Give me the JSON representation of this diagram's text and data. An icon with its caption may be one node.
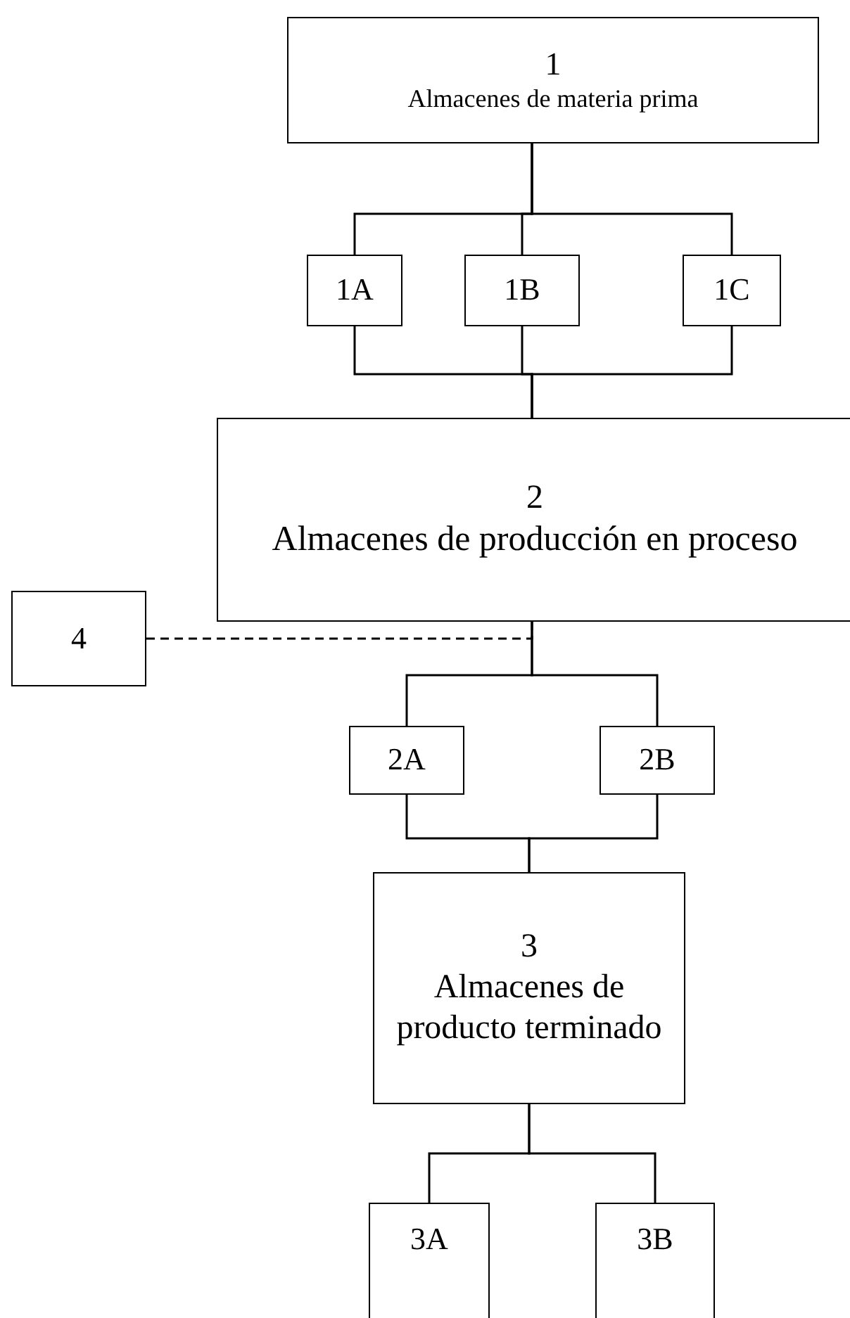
{
  "diagram": {
    "nodes": [
      {
        "text": [
          "1",
          "Almacenes de materia prima"
        ]
      },
      {
        "text": [
          "1A"
        ]
      },
      {
        "text": [
          "1B"
        ]
      },
      {
        "text": [
          "1C"
        ]
      },
      {
        "text": [
          "2",
          "Almacenes de producción en proceso"
        ]
      },
      {
        "text": [
          "4"
        ]
      },
      {
        "text": [
          "2A"
        ]
      },
      {
        "text": [
          "2B"
        ]
      },
      {
        "text": [
          "3",
          "Almacenes de producto terminado"
        ]
      },
      {
        "text": [
          "3A"
        ]
      },
      {
        "text": [
          "3B"
        ]
      }
    ],
    "edges": [
      {
        "from": 0,
        "to": 1,
        "arrow": "none"
      },
      {
        "from": 0,
        "to": 2,
        "arrow": "none"
      },
      {
        "from": 0,
        "to": 3,
        "arrow": "none"
      },
      {
        "from": 1,
        "to": 4,
        "arrow": "none"
      },
      {
        "from": 2,
        "to": 4,
        "arrow": "none"
      },
      {
        "from": 3,
        "to": 4,
        "arrow": "none"
      },
      {
        "from": 5,
        "to": 4,
        "arrow": "none",
        "style": "dashed"
      },
      {
        "from": 4,
        "to": 6,
        "arrow": "none"
      },
      {
        "from": 4,
        "to": 7,
        "arrow": "none"
      },
      {
        "from": 6,
        "to": 8,
        "arrow": "none"
      },
      {
        "from": 7,
        "to": 8,
        "arrow": "none"
      },
      {
        "from": 8,
        "to": 9,
        "arrow": "none"
      },
      {
        "from": 8,
        "to": 10,
        "arrow": "none"
      }
    ]
  }
}
